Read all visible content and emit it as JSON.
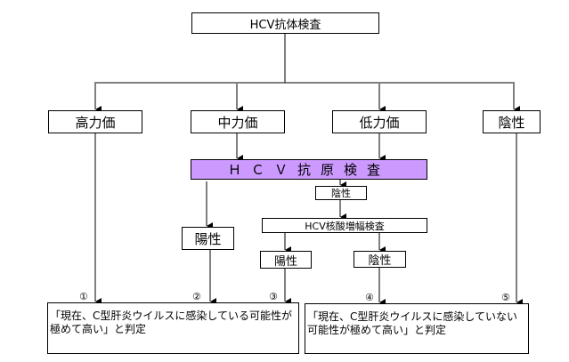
{
  "diagram": {
    "root": {
      "label": "HCV抗体検査"
    },
    "titer_levels": [
      {
        "id": "high",
        "label": "高力価"
      },
      {
        "id": "medium",
        "label": "中力価"
      },
      {
        "id": "low",
        "label": "低力価"
      },
      {
        "id": "negative",
        "label": "陰性"
      }
    ],
    "antigen_test": {
      "label": "ＨＣＶ抗原検査"
    },
    "antigen_positive": {
      "label": "陽性"
    },
    "antigen_negative": {
      "label": "陰性"
    },
    "nat_test": {
      "label": "HCV核酸増幅検査"
    },
    "nat_positive": {
      "label": "陽性"
    },
    "nat_negative": {
      "label": "陰性"
    },
    "markers": [
      "①",
      "②",
      "③",
      "④",
      "⑤"
    ],
    "results": {
      "infected": {
        "text": "「現在、C型肝炎ウイルスに感染している可能性が極めて高い」と判定"
      },
      "not_infected": {
        "text": "「現在、C型肝炎ウイルスに感染していない可能性が極めて高い」と判定"
      }
    },
    "colors": {
      "antigen_test_fill": "#cc99ff",
      "line": "#000000"
    }
  }
}
